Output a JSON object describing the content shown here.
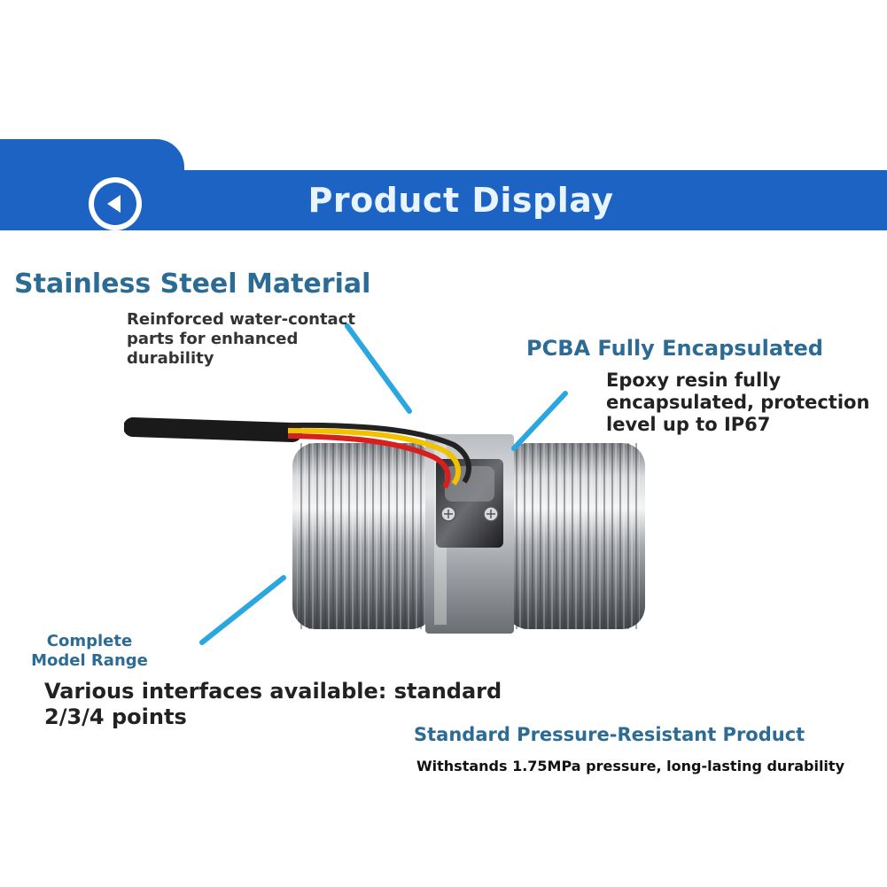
{
  "banner": {
    "title": "Product Display",
    "back_icon": "circle-play-left-icon",
    "color": "#1d63c4"
  },
  "features": {
    "stainless": {
      "heading": "Stainless Steel Material",
      "description": "Reinforced water-contact parts for enhanced durability"
    },
    "pcba": {
      "heading": "PCBA Fully Encapsulated",
      "description": "Epoxy resin fully encapsulated, protection level up to IP67"
    },
    "model": {
      "heading": "Complete Model Range",
      "description": "Various interfaces available: standard 2/3/4 points"
    },
    "pressure": {
      "heading": "Standard Pressure-Resistant Product",
      "description": "Withstands 1.75MPa pressure, long-lasting durability"
    }
  },
  "colors": {
    "heading": "#2c6b94",
    "pointer": "#2aa7e0",
    "wire_black": "#1a1a1a",
    "wire_yellow": "#f2c200",
    "wire_red": "#d62020"
  }
}
